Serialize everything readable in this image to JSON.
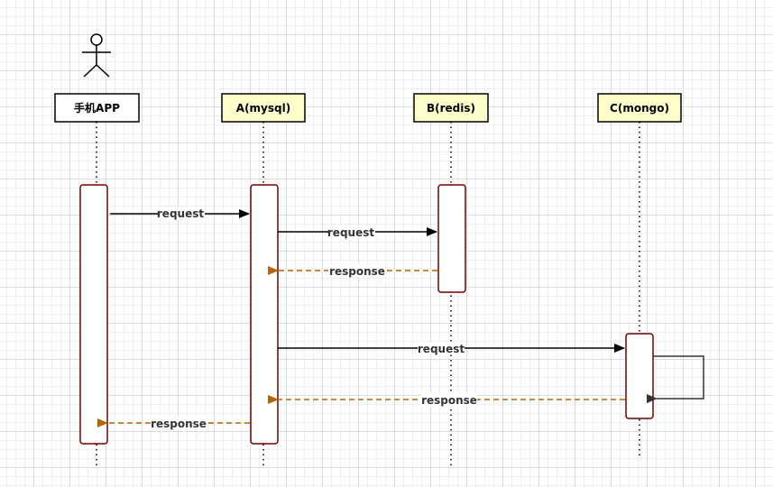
{
  "participants": [
    {
      "label": "手机APP",
      "fill": "#ffffff"
    },
    {
      "label": "A(mysql)",
      "fill": "#ffffcc"
    },
    {
      "label": "B(redis)",
      "fill": "#ffffcc"
    },
    {
      "label": "C(mongo)",
      "fill": "#ffffcc"
    }
  ],
  "messages": [
    {
      "label": "request",
      "kind": "request"
    },
    {
      "label": "request",
      "kind": "request"
    },
    {
      "label": "response",
      "kind": "response"
    },
    {
      "label": "request",
      "kind": "request"
    },
    {
      "label": "response",
      "kind": "response"
    },
    {
      "label": "response",
      "kind": "response"
    }
  ],
  "colors": {
    "request_line": "#000000",
    "response_line": "#b46504",
    "activation_border": "#6f0000",
    "lifeline": "#000000",
    "self_loop": "#333333"
  },
  "icons": {
    "actor": "stick-figure-icon"
  }
}
